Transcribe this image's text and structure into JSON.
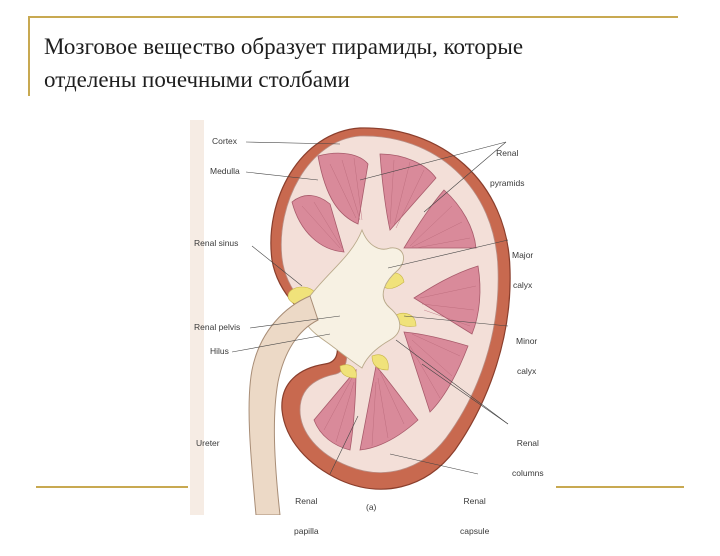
{
  "slide": {
    "title_line1": "Мозговое вещество образует пирамиды, которые",
    "title_line2": "отделены почечными столбами"
  },
  "figure": {
    "labels": {
      "cortex": "Cortex",
      "medulla": "Medulla",
      "renal_sinus": "Renal sinus",
      "renal_pelvis": "Renal pelvis",
      "hilus": "Hilus",
      "ureter": "Ureter",
      "renal_pyramids_1": "Renal",
      "renal_pyramids_2": "pyramids",
      "major_calyx_1": "Major",
      "major_calyx_2": "calyx",
      "minor_calyx_1": "Minor",
      "minor_calyx_2": "calyx",
      "renal_columns_1": "Renal",
      "renal_columns_2": "columns",
      "renal_papilla_1": "Renal",
      "renal_papilla_2": "papilla",
      "renal_capsule_1": "Renal",
      "renal_capsule_2": "capsule",
      "panel_letter": "(a)"
    },
    "colors": {
      "cortex": "#f3dfd8",
      "pyramid": "#d98a9a",
      "capsule": "#c8694f",
      "sinus_fat": "#f0e27a",
      "pelvis": "#f7f1e3",
      "ureter": "#ecd9c6"
    }
  }
}
